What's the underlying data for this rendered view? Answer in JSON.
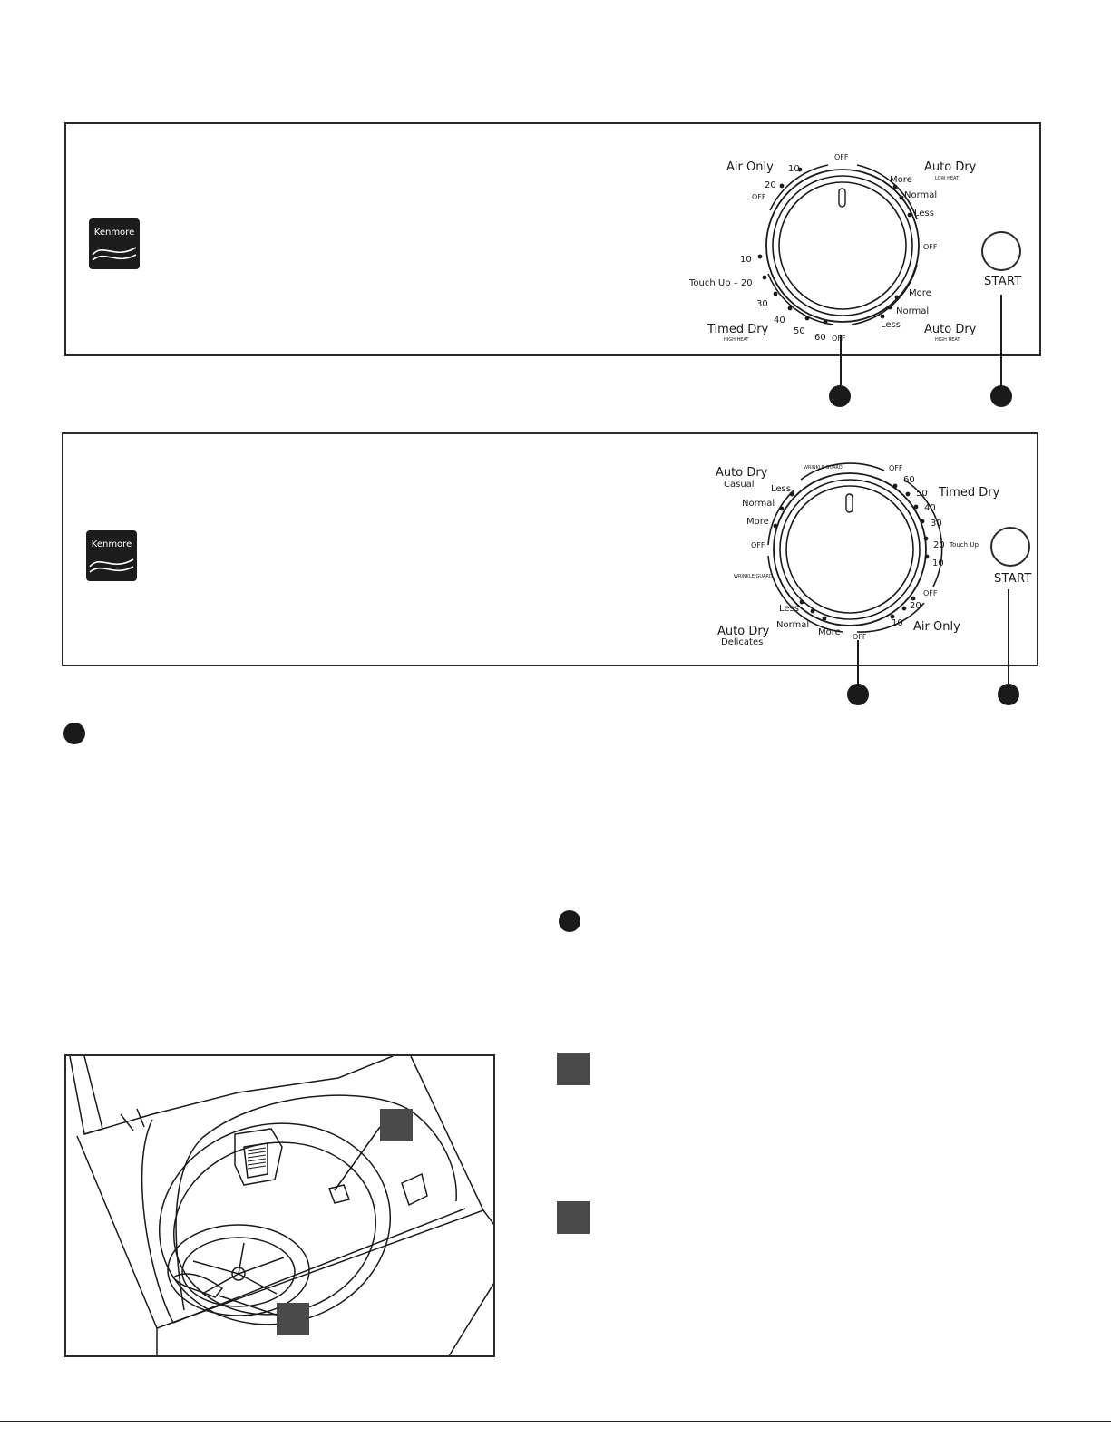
{
  "panel1": {
    "logo_text": "Kenmore",
    "dial_labels": [
      {
        "text": "Air Only",
        "group": "title"
      },
      {
        "text": "10",
        "group": "num"
      },
      {
        "text": "20",
        "group": "num"
      },
      {
        "text": "OFF",
        "group": "off"
      },
      {
        "text": "OFF",
        "group": "off"
      },
      {
        "text": "Auto Dry",
        "group": "title"
      },
      {
        "text": "LOW HEAT",
        "group": "sub"
      },
      {
        "text": "More",
        "group": "opt"
      },
      {
        "text": "Normal",
        "group": "opt"
      },
      {
        "text": "Less",
        "group": "opt"
      },
      {
        "text": "OFF",
        "group": "off"
      },
      {
        "text": "More",
        "group": "opt"
      },
      {
        "text": "Normal",
        "group": "opt"
      },
      {
        "text": "Less",
        "group": "opt"
      },
      {
        "text": "Auto Dry",
        "group": "title"
      },
      {
        "text": "HIGH HEAT",
        "group": "sub"
      },
      {
        "text": "OFF",
        "group": "off"
      },
      {
        "text": "60",
        "group": "num"
      },
      {
        "text": "50",
        "group": "num"
      },
      {
        "text": "40",
        "group": "num"
      },
      {
        "text": "30",
        "group": "num"
      },
      {
        "text": "Touch Up – 20",
        "group": "opt"
      },
      {
        "text": "10",
        "group": "num"
      },
      {
        "text": "Timed Dry",
        "group": "title"
      },
      {
        "text": "HIGH HEAT",
        "group": "sub"
      }
    ],
    "start_label": "START"
  },
  "panel2": {
    "logo_text": "Kenmore",
    "dial_labels": [
      {
        "text": "Auto Dry",
        "group": "title"
      },
      {
        "text": "Casual",
        "group": "opt"
      },
      {
        "text": "Less",
        "group": "opt"
      },
      {
        "text": "Normal",
        "group": "opt"
      },
      {
        "text": "More",
        "group": "opt"
      },
      {
        "text": "OFF",
        "group": "off"
      },
      {
        "text": "WRINKLE GUARD",
        "group": "sub"
      },
      {
        "text": "WRINKLE GUARD",
        "group": "sub"
      },
      {
        "text": "OFF",
        "group": "off"
      },
      {
        "text": "60",
        "group": "num"
      },
      {
        "text": "50",
        "group": "num"
      },
      {
        "text": "Timed Dry",
        "group": "title"
      },
      {
        "text": "40",
        "group": "num"
      },
      {
        "text": "30",
        "group": "num"
      },
      {
        "text": "20",
        "group": "num"
      },
      {
        "text": "Touch Up",
        "group": "sub"
      },
      {
        "text": "10",
        "group": "num"
      },
      {
        "text": "OFF",
        "group": "off"
      },
      {
        "text": "20",
        "group": "num"
      },
      {
        "text": "10",
        "group": "num"
      },
      {
        "text": "Air Only",
        "group": "title"
      },
      {
        "text": "OFF",
        "group": "off"
      },
      {
        "text": "More",
        "group": "opt"
      },
      {
        "text": "Normal",
        "group": "opt"
      },
      {
        "text": "Less",
        "group": "opt"
      },
      {
        "text": "Auto Dry",
        "group": "title"
      },
      {
        "text": "Delicates",
        "group": "opt"
      }
    ],
    "start_label": "START"
  }
}
